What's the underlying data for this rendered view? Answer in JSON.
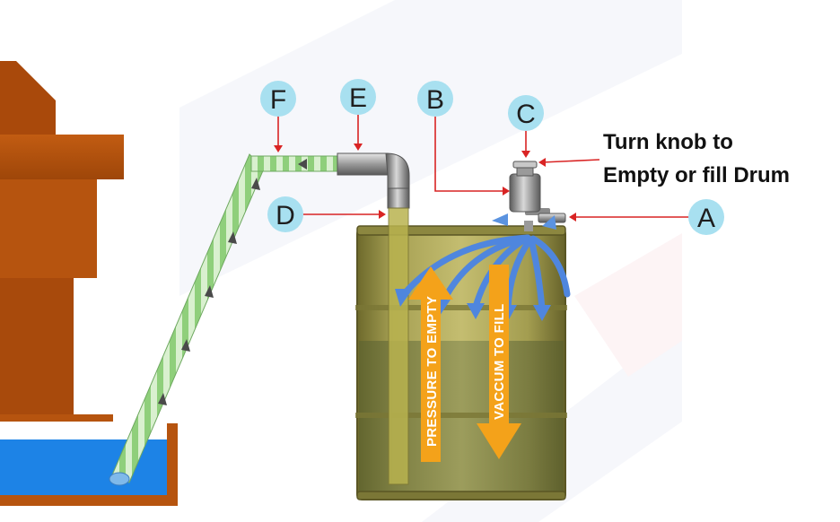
{
  "callouts": [
    {
      "id": "F",
      "label": "F"
    },
    {
      "id": "E",
      "label": "E"
    },
    {
      "id": "B",
      "label": "B"
    },
    {
      "id": "C",
      "label": "C"
    },
    {
      "id": "D",
      "label": "D"
    },
    {
      "id": "A",
      "label": "A"
    }
  ],
  "instruction": {
    "line1": "Turn knob to",
    "line2": "Empty or fill Drum"
  },
  "drum_arrows": {
    "pressure": "PRESSURE TO EMPTY",
    "vacuum": "VACCUM TO FILL"
  },
  "colors": {
    "callout_fill": "#a8e0f0",
    "leader_red": "#d92424",
    "arrow_orange": "#f4a21a",
    "drum_olive": "#8f8a42",
    "water_blue": "#1d83e6",
    "structure_brown": "#b2520f",
    "hose_green": "#9fd68c"
  }
}
